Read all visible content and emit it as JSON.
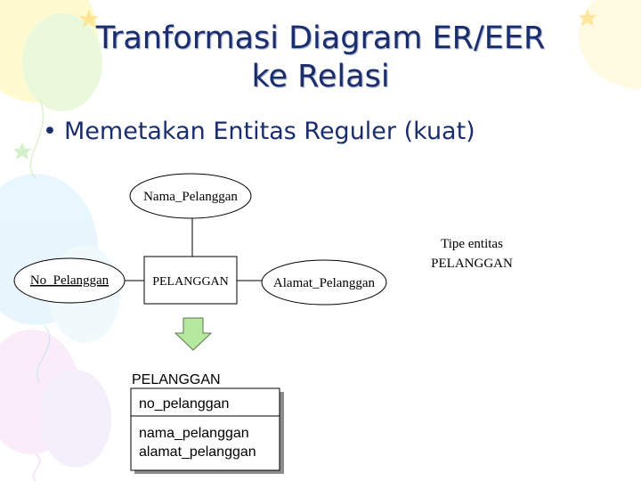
{
  "slide": {
    "title_line1": "Tranformasi Diagram ER/EER",
    "title_line2": "ke Relasi",
    "bullet": "Memetakan Entitas Reguler (kuat)"
  },
  "er": {
    "entity": "PELANGGAN",
    "attributes": [
      "Nama_Pelanggan",
      "No_Pelanggan",
      "Alamat_Pelanggan"
    ],
    "note_line1": "Tipe entitas",
    "note_line2": "PELANGGAN"
  },
  "relation": {
    "name": "PELANGGAN",
    "key_field": "no_pelanggan",
    "fields": [
      "nama_pelanggan",
      "alamat_pelanggan"
    ]
  },
  "colors": {
    "title": "#1a2e6e",
    "arrow_fill": "#b6e9a0",
    "arrow_stroke": "#5a7a4a"
  }
}
